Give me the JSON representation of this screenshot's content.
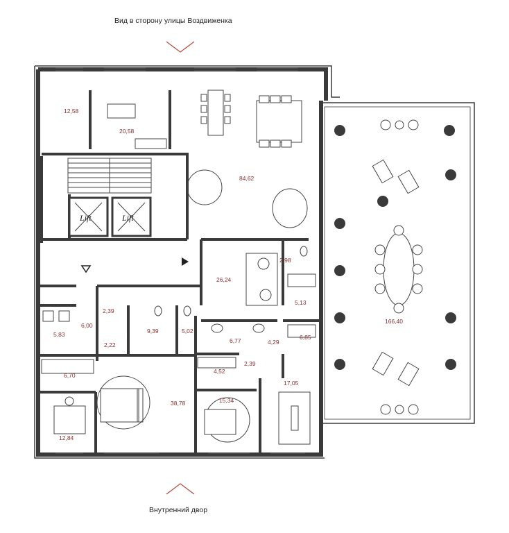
{
  "orientation": {
    "top_label": "Вид в сторону улицы Воздвиженка",
    "bottom_label": "Внутренний двор"
  },
  "colors": {
    "wall": "#3a3a3a",
    "line": "#555555",
    "accent": "#b5483c",
    "area_text": "#8a2e2e"
  },
  "icons": [
    "lift-icon",
    "entrance-arrow-icon",
    "plant-icon",
    "chair-icon",
    "bed-icon",
    "sofa-icon",
    "compass-arrow-icon"
  ],
  "lift_labels": [
    "Lift",
    "Lift"
  ],
  "rooms": [
    {
      "id": "kitchen-storage",
      "area": "12,58"
    },
    {
      "id": "kitchen",
      "area": "20,58"
    },
    {
      "id": "living-room",
      "area": "84,62"
    },
    {
      "id": "terrace",
      "area": "166,40"
    },
    {
      "id": "hall",
      "area": "26,24"
    },
    {
      "id": "wc-1",
      "area": "2,98"
    },
    {
      "id": "wardrobe-1",
      "area": "5,13"
    },
    {
      "id": "wardrobe-2",
      "area": "6,85"
    },
    {
      "id": "corridor-1",
      "area": "4,29"
    },
    {
      "id": "bathroom-1",
      "area": "6,77"
    },
    {
      "id": "storage-1",
      "area": "4,52"
    },
    {
      "id": "storage-2",
      "area": "2,39"
    },
    {
      "id": "bedroom-2",
      "area": "15,34"
    },
    {
      "id": "room-right",
      "area": "17,05"
    },
    {
      "id": "master-bedroom",
      "area": "38,78"
    },
    {
      "id": "study",
      "area": "12,84"
    },
    {
      "id": "wardrobe-3",
      "area": "6,70"
    },
    {
      "id": "laundry",
      "area": "5,83"
    },
    {
      "id": "corridor-2",
      "area": "6,00"
    },
    {
      "id": "wc-2",
      "area": "2,39"
    },
    {
      "id": "shower",
      "area": "2,22"
    },
    {
      "id": "bathroom-2",
      "area": "9,39"
    },
    {
      "id": "bathroom-3",
      "area": "5,02"
    }
  ]
}
